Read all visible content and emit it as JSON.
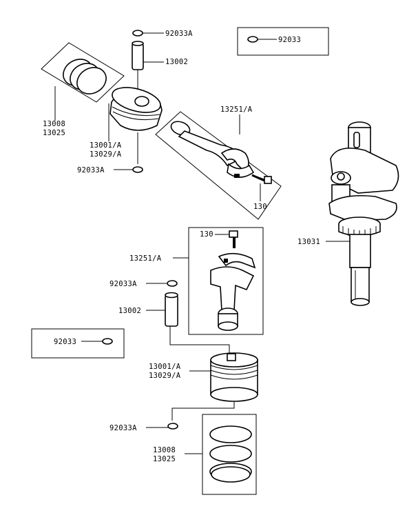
{
  "labels": {
    "clip_top": "92033A",
    "pin_top": "13002",
    "rings_top_a": "13008",
    "rings_top_b": "13025",
    "piston_top_a": "13001/A",
    "piston_top_b": "13029/A",
    "clip_mid_left": "92033A",
    "rod_top": "13251/A",
    "bolt_top": "130",
    "box_clip_top": "92033",
    "crank": "13031",
    "bolt_mid": "130",
    "rod_mid": "13251/A",
    "clip_mid": "92033A",
    "pin_mid": "13002",
    "box_clip_bottom": "92033",
    "piston_bot_a": "13001/A",
    "piston_bot_b": "13029/A",
    "clip_bottom": "92033A",
    "rings_bot_a": "13008",
    "rings_bot_b": "13025"
  }
}
